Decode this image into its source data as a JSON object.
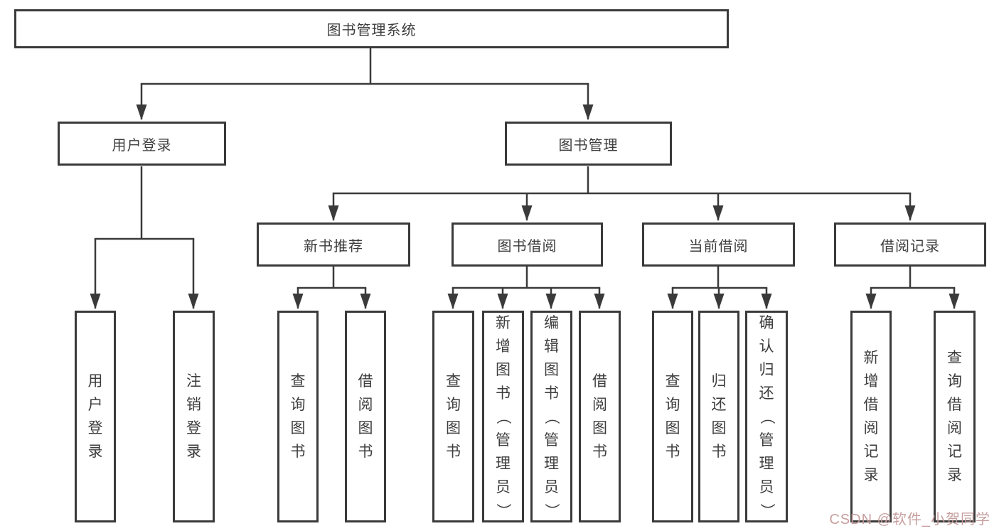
{
  "diagram": {
    "title": "图书管理系统",
    "root": "图书管理系统",
    "branches": [
      {
        "label": "用户登录",
        "children": [
          "用户登录",
          "注销登录"
        ]
      },
      {
        "label": "图书管理",
        "groups": [
          {
            "label": "新书推荐",
            "children": [
              "查询图书",
              "借阅图书"
            ]
          },
          {
            "label": "图书借阅",
            "children": [
              "查询图书",
              "新增图书（管理员）",
              "编辑图书（管理员）",
              "借阅图书"
            ]
          },
          {
            "label": "当前借阅",
            "children": [
              "查询图书",
              "归还图书",
              "确认归还（管理员）"
            ]
          },
          {
            "label": "借阅记录",
            "children": [
              "新增借阅记录",
              "查询借阅记录"
            ]
          }
        ]
      }
    ]
  },
  "watermark": {
    "text": "CSDN @软件_小贺同学"
  },
  "colors": {
    "line": "#3a3a3a",
    "text": "#3d3d3d",
    "background": "#ffffff",
    "watermark": "#c59a9a"
  }
}
